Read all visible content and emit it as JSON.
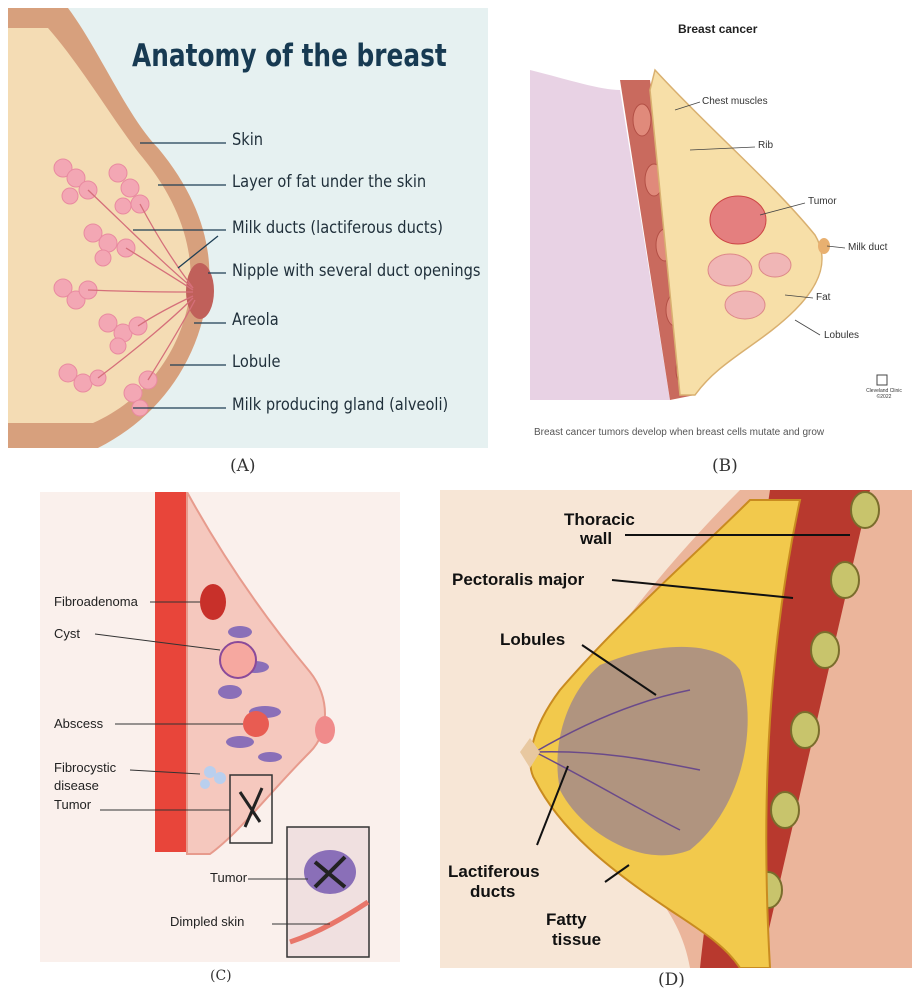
{
  "panels": {
    "a": {
      "title": "Anatomy of the breast",
      "labels": [
        "Skin",
        "Layer of fat under the skin",
        "Milk ducts (lactiferous ducts)",
        "Nipple with several duct openings",
        "Areola",
        "Lobule",
        "Milk producing gland (alveoli)"
      ],
      "caption": "(A)"
    },
    "b": {
      "title": "Breast cancer",
      "labels": [
        "Chest muscles",
        "Rib",
        "Tumor",
        "Milk duct",
        "Fat",
        "Lobules"
      ],
      "logo_text": "Cleveland Clinic ©2022",
      "footnote": "Breast cancer tumors develop when breast cells mutate and grow",
      "caption": "(B)"
    },
    "c": {
      "labels": [
        "Fibroadenoma",
        "Cyst",
        "Abscess",
        "Fibrocystic",
        "disease",
        "Tumor",
        "Tumor",
        "Dimpled skin"
      ],
      "caption": "(C)"
    },
    "d": {
      "labels": [
        "Thoracic",
        "wall",
        "Pectoralis major",
        "Lobules",
        "Lactiferous",
        "ducts",
        "Fatty",
        "tissue"
      ],
      "caption": "(D)"
    }
  },
  "colors": {
    "panel_a_bg": "#e6f1f1",
    "skin": "#d7a07d",
    "fat": "#f4dcb4",
    "lobule": "#f3a7b4",
    "muscle": "#c9574a",
    "fatty_yellow": "#f2c94c"
  }
}
